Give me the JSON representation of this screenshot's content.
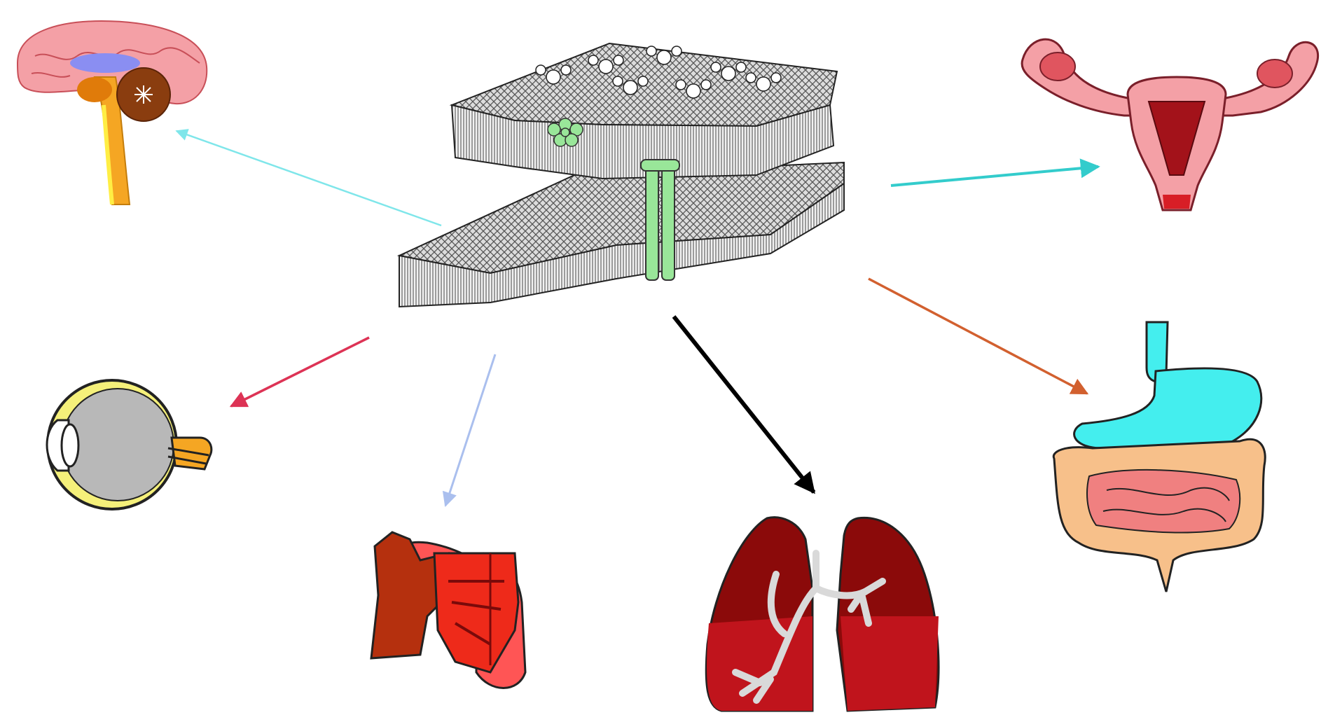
{
  "diagram": {
    "center": {
      "icon": "cell-membrane-receptor-icon"
    },
    "organs": [
      {
        "id": "brain",
        "icon": "brain-icon"
      },
      {
        "id": "uterus",
        "icon": "uterus-ovaries-icon"
      },
      {
        "id": "eye",
        "icon": "eye-icon"
      },
      {
        "id": "heart",
        "icon": "heart-icon"
      },
      {
        "id": "lungs",
        "icon": "lungs-icon"
      },
      {
        "id": "digestive",
        "icon": "stomach-intestines-icon"
      }
    ],
    "arrows": [
      {
        "to": "brain",
        "color": "#7fe6ea"
      },
      {
        "to": "uterus",
        "color": "#33cccc"
      },
      {
        "to": "eye",
        "color": "#dd3355"
      },
      {
        "to": "heart",
        "color": "#aabfee"
      },
      {
        "to": "lungs",
        "color": "#000000"
      },
      {
        "to": "digestive",
        "color": "#d2602f"
      }
    ],
    "colors": {
      "brain": "#f4a0a6",
      "receptor": "#99e699",
      "stomach": "#44eeee",
      "intestine": "#f7c08a",
      "lung_dark": "#8b0a0a",
      "lung_light": "#c0141c",
      "heart": "#ee2a1a",
      "eye_lens": "#b8b8b8"
    }
  }
}
